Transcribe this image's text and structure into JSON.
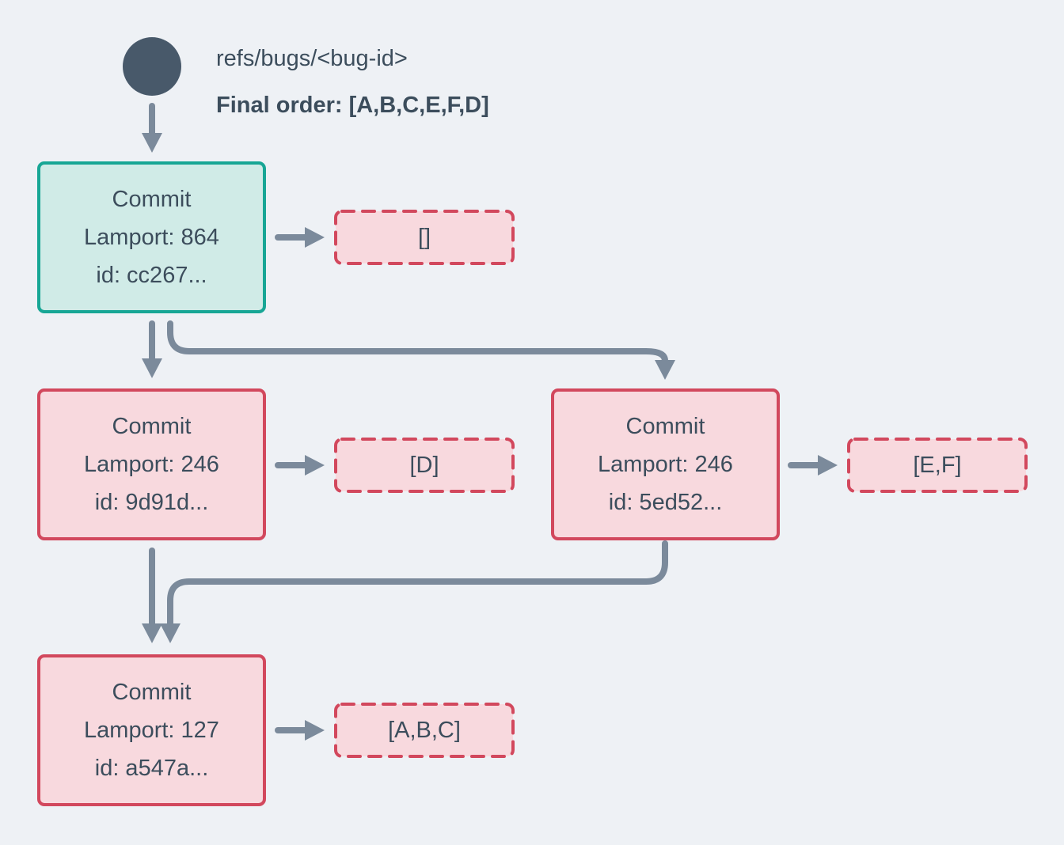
{
  "colors": {
    "background": "#EEF1F5",
    "text": "#3C4D5C",
    "arrow": "#7B8A9B",
    "ref_circle": "#48596A",
    "merged_node_border": "#17A695",
    "merged_node_fill": "#D0EBE7",
    "unmerged_node_border": "#D2485D",
    "unmerged_node_fill": "#F8D9DE"
  },
  "header": {
    "ref_name": "refs/bugs/<bug-id>",
    "final_order": "Final order: [A,B,C,E,F,D]"
  },
  "commits": {
    "root": {
      "title": "Commit",
      "lamport": "Lamport: 864",
      "id": "id: cc267...",
      "operations": "[]"
    },
    "left": {
      "title": "Commit",
      "lamport": "Lamport: 246",
      "id": "id: 9d91d...",
      "operations": "[D]"
    },
    "right": {
      "title": "Commit",
      "lamport": "Lamport: 246",
      "id": "id: 5ed52...",
      "operations": "[E,F]"
    },
    "bottom": {
      "title": "Commit",
      "lamport": "Lamport: 127",
      "id": "id: a547a...",
      "operations": "[A,B,C]"
    }
  }
}
